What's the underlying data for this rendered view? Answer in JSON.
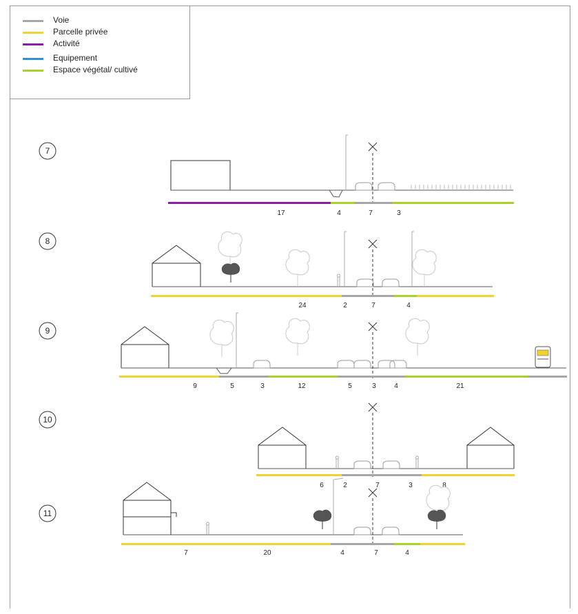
{
  "legend": {
    "items": [
      {
        "label": "Voie",
        "color": "#a6a6a6"
      },
      {
        "label": "Parcelle privée",
        "color": "#f2d22e"
      },
      {
        "label": "Activité",
        "color": "#8a1fa3"
      },
      {
        "label": "Equipement",
        "color": "#2e90d1"
      },
      {
        "label": "Espace végétal/ cultivé",
        "color": "#a8d12a"
      }
    ]
  },
  "sections": [
    {
      "number": "7",
      "widths": [
        "17",
        "4",
        "7",
        "3"
      ]
    },
    {
      "number": "8",
      "widths": [
        "24",
        "2",
        "7",
        "4"
      ]
    },
    {
      "number": "9",
      "widths": [
        "9",
        "5",
        "3",
        "12",
        "5",
        "3",
        "4",
        "21"
      ]
    },
    {
      "number": "10",
      "widths": [
        "6",
        "2",
        "7",
        "3",
        "8"
      ]
    },
    {
      "number": "11",
      "widths": [
        "7",
        "20",
        "4",
        "7",
        "4"
      ]
    }
  ]
}
